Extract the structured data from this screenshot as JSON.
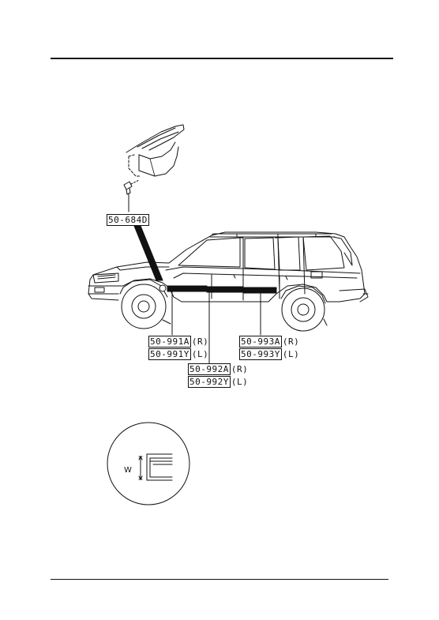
{
  "labels": {
    "clip": {
      "number": "50-684D"
    },
    "front_molding": {
      "right": "50-991A",
      "right_side": "(R)",
      "left": "50-991Y",
      "left_side": "(L)"
    },
    "center_molding": {
      "right": "50-992A",
      "right_side": "(R)",
      "left": "50-992Y",
      "left_side": "(L)"
    },
    "rear_molding": {
      "right": "50-993A",
      "right_side": "(R)",
      "left": "50-993Y",
      "left_side": "(L)"
    },
    "section_dimension": "W"
  }
}
